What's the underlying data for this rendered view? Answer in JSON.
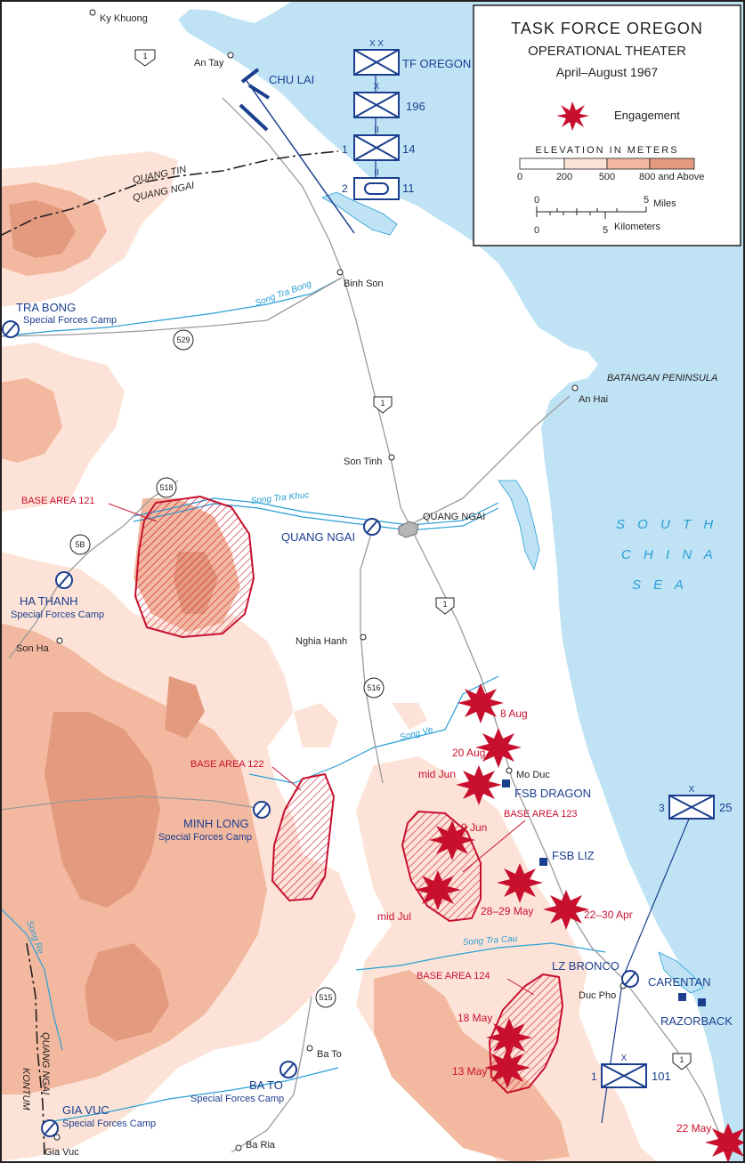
{
  "legend": {
    "title1": "TASK FORCE OREGON",
    "title2": "OPERATIONAL THEATER",
    "title3": "April–August 1967",
    "engagement": "Engagement",
    "elevation_title": "ELEVATION IN METERS",
    "elevation_ticks": [
      "0",
      "200",
      "500",
      "800 and Above"
    ],
    "miles_label": "Miles",
    "miles_ticks": [
      "0",
      "5"
    ],
    "km_label": "Kilometers",
    "km_ticks": [
      "0",
      "5"
    ]
  },
  "colors": {
    "sea": "#bfe3f5",
    "water_line": "#2a9fd6",
    "elev1": "#fde3d7",
    "elev2": "#f3b9a0",
    "elev3": "#e39a7e",
    "unit_blue": "#1b3f8f",
    "red": "#c8102e"
  },
  "towns": {
    "ky_khuong": "Ky Khuong",
    "an_tay": "An Tay",
    "binh_son": "Binh Son",
    "an_hai": "An Hai",
    "son_tinh": "Son Tinh",
    "nghia_hanh": "Nghia Hanh",
    "mo_duc": "Mo Duc",
    "son_ha": "Son Ha",
    "duc_pho": "Duc Pho",
    "ba_to_town": "Ba To",
    "ba_ria": "Ba Ria",
    "gia_vuc_town": "Gia Vuc"
  },
  "places": {
    "chu_lai": "CHU LAI",
    "quang_ngai_city": "QUANG NGAI",
    "batangan": "BATANGAN PENINSULA",
    "sea": [
      "S O U T H",
      "C H I N A",
      "S E A"
    ]
  },
  "provinces": {
    "quang_tin": "QUANG TIN",
    "quang_ngai": "QUANG NGAI",
    "kontum": "KONTUM",
    "quang_ngai_west": "QUANG NGAI"
  },
  "rivers": {
    "tra_bong": "Song Tra Bong",
    "tra_khuc": "Song Tra Khuc",
    "ve": "Song Ve",
    "tra_cau": "Song Tra Cau",
    "re": "Song Re"
  },
  "routes": [
    "1",
    "529",
    "518",
    "5B",
    "516",
    "515"
  ],
  "camps": {
    "tra_bong": "TRA BONG",
    "ha_thanh": "HA THANH",
    "quang_ngai": "QUANG NGAI",
    "minh_long": "MINH LONG",
    "ba_to": "BA TO",
    "gia_vuc": "GIA VUC",
    "lz_bronco": "LZ BRONCO",
    "sf_camp": "Special Forces Camp"
  },
  "bases": {
    "fsb_dragon": "FSB DRAGON",
    "fsb_liz": "FSB LIZ",
    "carentan": "CARENTAN",
    "razorback": "RAZORBACK"
  },
  "base_areas": [
    "BASE AREA 121",
    "BASE AREA 122",
    "BASE AREA 123",
    "BASE AREA 124"
  ],
  "units": {
    "tf_oregon": {
      "size": "X X",
      "label": "TF OREGON"
    },
    "u196": {
      "size": "X",
      "label": "196"
    },
    "u14": {
      "size": "II",
      "pre": "1",
      "label": "14"
    },
    "u11": {
      "size": "II",
      "pre": "2",
      "label": "11"
    },
    "u25": {
      "size": "X",
      "pre": "3",
      "label": "25"
    },
    "u101": {
      "size": "X",
      "pre": "1",
      "label": "101"
    }
  },
  "engagements": [
    "8 Aug",
    "20 Aug",
    "mid Jun",
    "9 Jun",
    "mid Jul",
    "28–29 May",
    "22–30 Apr",
    "18 May",
    "13 May",
    "22 May"
  ]
}
